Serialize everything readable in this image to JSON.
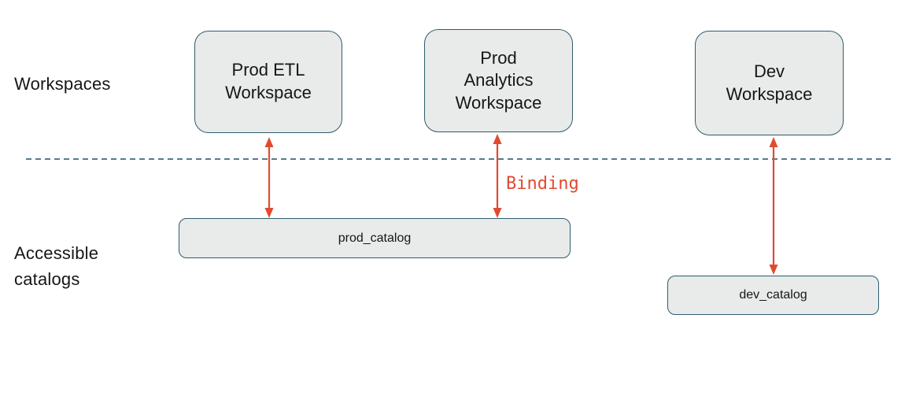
{
  "labels": {
    "workspaces_row": "Workspaces",
    "catalogs_row": "Accessible catalogs",
    "binding_annotation": "Binding"
  },
  "workspaces": [
    {
      "label": "Prod ETL Workspace"
    },
    {
      "label": "Prod Analytics Workspace"
    },
    {
      "label": "Dev Workspace"
    }
  ],
  "catalogs": [
    {
      "label": "prod_catalog"
    },
    {
      "label": "dev_catalog"
    }
  ],
  "connections": [
    {
      "from": "Prod ETL Workspace",
      "to": "prod_catalog",
      "type": "binding"
    },
    {
      "from": "Prod Analytics Workspace",
      "to": "prod_catalog",
      "type": "binding"
    },
    {
      "from": "Dev Workspace",
      "to": "dev_catalog",
      "type": "binding"
    }
  ],
  "colors": {
    "box_fill": "#e9eaea",
    "box_border": "#2f5d6d",
    "arrow_red": "#e04b30",
    "separator_teal": "#3f6a7a",
    "text": "#161616",
    "background": "#ffffff"
  }
}
